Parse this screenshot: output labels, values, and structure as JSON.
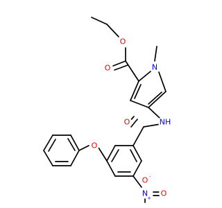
{
  "molecule": {
    "atoms": {
      "o_ester_carbonyl": {
        "symbol": "O",
        "color": "#ff0000"
      },
      "o_ester_ether": {
        "symbol": "O",
        "color": "#ff0000"
      },
      "n_pyrrole": {
        "symbol": "N",
        "color": "#0000ff"
      },
      "n_amide": {
        "symbol": "NH",
        "color": "#0000ff"
      },
      "o_amide": {
        "symbol": "O",
        "color": "#ff0000"
      },
      "o_phenoxy": {
        "symbol": "O",
        "color": "#ff0000"
      },
      "n_nitro": {
        "symbol": "N",
        "charge": "+",
        "color": "#0000ff"
      },
      "o_nitro_top": {
        "symbol": "O",
        "charge": "-",
        "color": "#ff0000"
      },
      "o_nitro_side": {
        "symbol": "O",
        "color": "#ff0000"
      }
    },
    "bond_color": "#000000"
  }
}
